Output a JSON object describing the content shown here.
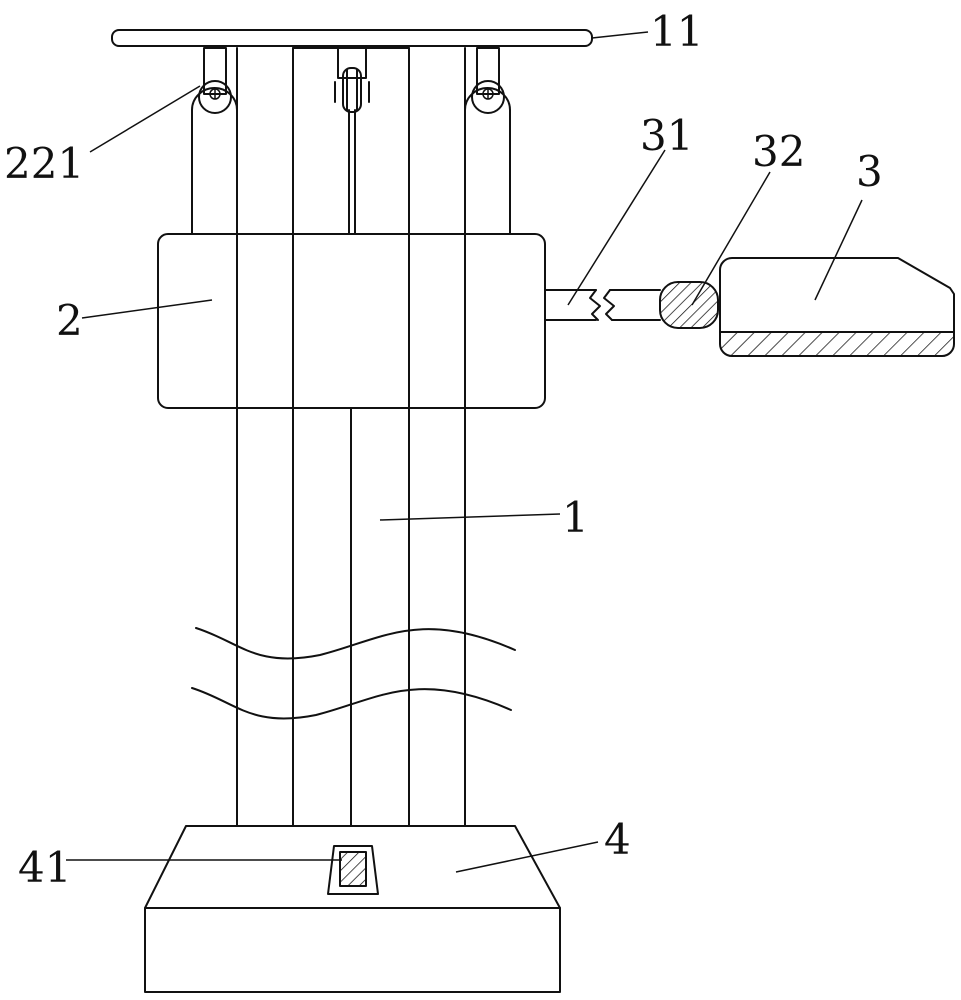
{
  "labels": {
    "l11": "11",
    "l221": "221",
    "l31": "31",
    "l32": "32",
    "l3": "3",
    "l2": "2",
    "l1": "1",
    "l4": "4",
    "l41": "41"
  },
  "colors": {
    "line": "#111111",
    "background": "#ffffff"
  }
}
